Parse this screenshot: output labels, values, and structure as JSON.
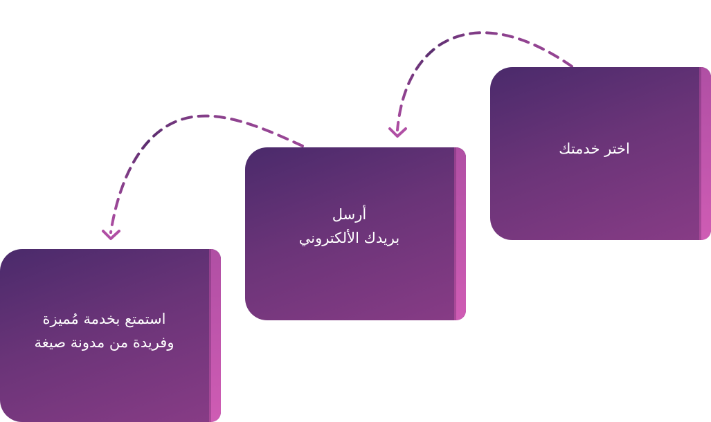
{
  "steps": [
    {
      "lines": [
        "اختر خدمتك"
      ]
    },
    {
      "lines": [
        "أرسل",
        "بريدك الألكتروني"
      ]
    },
    {
      "lines": [
        "استمتع بخدمة مُميزة",
        "وفريدة من مدونة صيغة"
      ]
    }
  ],
  "colors": {
    "card_gradient_start": "#4a2a6b",
    "card_gradient_end": "#883c86",
    "accent_bar": "#cf5cb4",
    "arrow_dark": "#5a2d6e",
    "arrow_light": "#b04fa4",
    "text": "#ffffff"
  },
  "icons": [
    "dashed-curved-arrow-icon",
    "chevron-down-arrowhead-icon"
  ]
}
